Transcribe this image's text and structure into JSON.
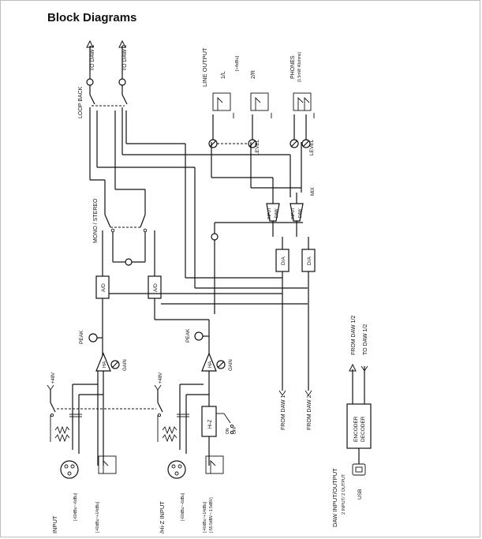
{
  "title": "Block Diagrams",
  "labels": {
    "to_daw_1": "TO DAW 1",
    "to_daw_2": "TO DAW 2",
    "loop_back": "LOOP BACK",
    "mono_stereo": "MONO / STEREO",
    "line_output": "LINE OUTPUT",
    "line_output_level": "[+4dBu]",
    "out_1l": "1/L",
    "out_2r": "2/R",
    "phones": "PHONES",
    "phones_spec": "[1.5mW 40ohms]",
    "level_1": "LEVEL",
    "level_2": "LEVEL",
    "input_l": "INPUT",
    "daw_l": "DAW",
    "input_r": "INPUT",
    "daw_r": "DAW",
    "mix": "MIX",
    "da_1": "D/A",
    "da_2": "D/A",
    "ad_1": "A/D",
    "ad_2": "A/D",
    "peak_1": "PEAK",
    "peak_2": "PEAK",
    "ha_1": "HA",
    "ha_2": "HA",
    "gain_1": "GAIN",
    "gain_2": "GAIN",
    "phantom_1": "+48V",
    "phantom_2": "+48V",
    "hiz": "Hi-Z",
    "on": "ON",
    "off": "OFF",
    "from_daw_1": "FROM DAW 1",
    "from_daw_2": "FROM DAW 2",
    "from_daw_12": "FROM DAW 1/2",
    "to_daw_12": "TO DAW 1/2",
    "encoder": "ENCODER",
    "decoder": "DECODER",
    "usb": "USB",
    "daw_io": "DAW INPUT/OUTPUT",
    "daw_io_sub": "2 INPUT/ 2 OUTPUT",
    "input1_name": "INPUT",
    "input1_spec_a": "[-60dBu~-6dBu]",
    "input1_spec_b": "[-40dBu~+14dBu]",
    "input2_name": "/Hi-Z INPUT",
    "input2_spec_a": "[-60dBu~-6dBu]",
    "input2_spec_b": "[-40dBu~+14dBu]",
    "input2_spec_c": "[-55.5dBV~-1.5dBV]"
  }
}
